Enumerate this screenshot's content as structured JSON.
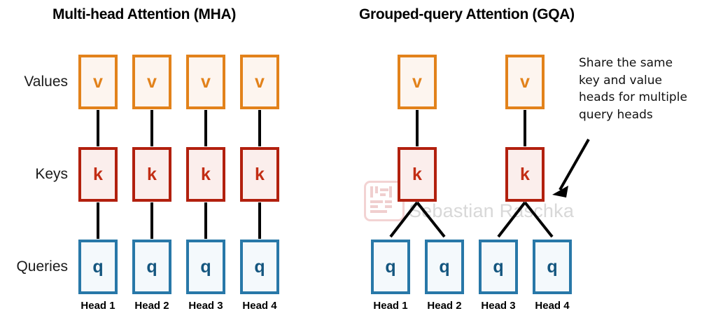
{
  "panels": [
    {
      "id": "mha",
      "title": "Multi-head Attention (MHA)",
      "values": [
        "v",
        "v",
        "v",
        "v"
      ],
      "keys": [
        "k",
        "k",
        "k",
        "k"
      ],
      "queries": [
        "q",
        "q",
        "q",
        "q"
      ],
      "heads": [
        "Head 1",
        "Head 2",
        "Head 3",
        "Head 4"
      ]
    },
    {
      "id": "gqa",
      "title": "Grouped-query Attention (GQA)",
      "values": [
        "v",
        "v"
      ],
      "keys": [
        "k",
        "k"
      ],
      "queries": [
        "q",
        "q",
        "q",
        "q"
      ],
      "heads": [
        "Head 1",
        "Head 2",
        "Head 3",
        "Head 4"
      ]
    }
  ],
  "row_labels": {
    "values": "Values",
    "keys": "Keys",
    "queries": "Queries"
  },
  "annotation": {
    "lines": [
      "Share the same",
      "key and value",
      "heads for multiple",
      "query heads"
    ],
    "full_text": "Share the same key and value heads for multiple query heads"
  },
  "watermark": {
    "text": "Sebastian Raschka"
  },
  "colors": {
    "values_border": "#e2821b",
    "values_fill": "#fdf5ef",
    "values_text": "#e2821b",
    "keys_border": "#b2200e",
    "keys_fill": "#fbeeec",
    "keys_text": "#c22d14",
    "queries_border": "#2878a8",
    "queries_fill": "#f4f9fc",
    "queries_text": "#14567f",
    "connector": "#000000",
    "title_text": "#000000",
    "watermark_text": "#d8d8d8",
    "background": "#ffffff"
  }
}
